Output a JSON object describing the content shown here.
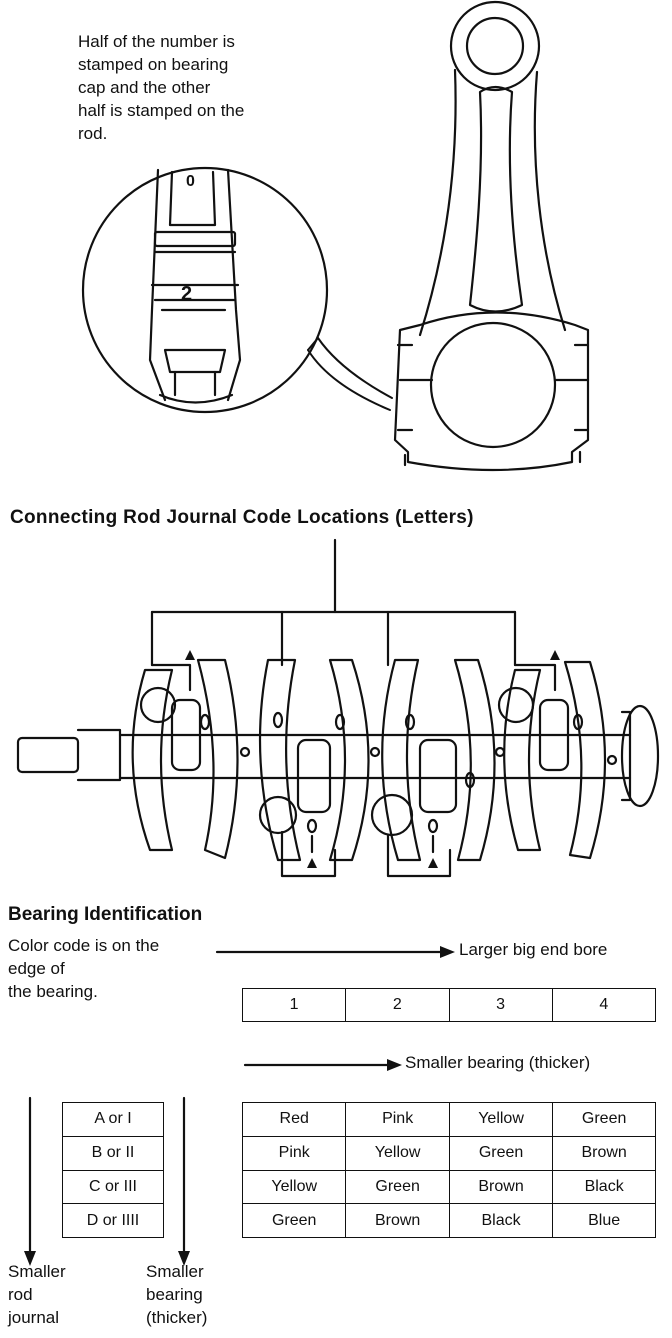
{
  "rod_note": {
    "lines": [
      "Half of the number is",
      "stamped on bearing",
      "cap and the other",
      "half is stamped on the",
      "rod."
    ],
    "stamp_digits": [
      "0",
      "2"
    ]
  },
  "crank_heading": "Connecting Rod Journal Code Locations (Letters)",
  "bearing": {
    "title": "Bearing Identification",
    "note_lines": [
      "Color code is on the",
      "edge of",
      "the bearing."
    ],
    "larger_bore_label": "Larger big end bore",
    "bore_numbers": [
      "1",
      "2",
      "3",
      "4"
    ],
    "smaller_bearing_label": "Smaller bearing (thicker)",
    "journal_codes": [
      "A or I",
      "B or II",
      "C or III",
      "D or IIII"
    ],
    "color_rows": [
      [
        "Red",
        "Pink",
        "Yellow",
        "Green"
      ],
      [
        "Pink",
        "Yellow",
        "Green",
        "Brown"
      ],
      [
        "Yellow",
        "Green",
        "Brown",
        "Black"
      ],
      [
        "Green",
        "Brown",
        "Black",
        "Blue"
      ]
    ],
    "smaller_rod_journal_lines": [
      "Smaller",
      "rod",
      "journal"
    ],
    "smaller_bearing_lines": [
      "Smaller",
      "bearing",
      "(thicker)"
    ]
  }
}
